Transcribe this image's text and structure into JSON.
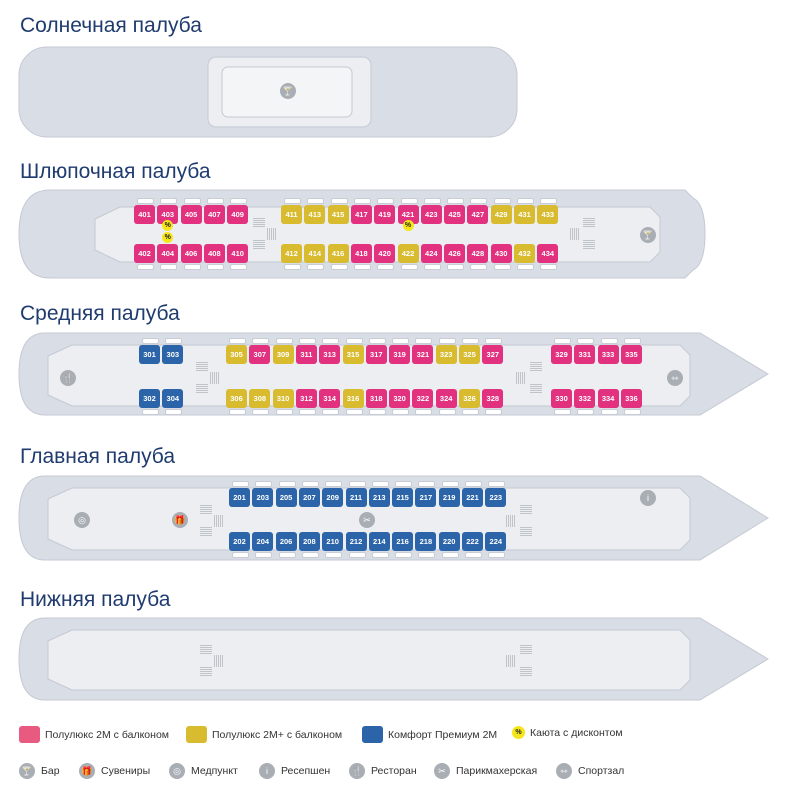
{
  "colors": {
    "pink": "#e2317f",
    "yellow": "#d8bb2f",
    "blue": "#2b64a9"
  },
  "decks": [
    {
      "title": "Солнечная палуба"
    },
    {
      "title": "Шлюпочная палуба",
      "top": [
        [
          "401",
          "p"
        ],
        [
          "403",
          "p"
        ],
        [
          "405",
          "p"
        ],
        [
          "407",
          "p"
        ],
        [
          "409",
          "p"
        ],
        [
          "411",
          "y"
        ],
        [
          "413",
          "y"
        ],
        [
          "415",
          "y"
        ],
        [
          "417",
          "p"
        ],
        [
          "419",
          "p"
        ],
        [
          "421",
          "p"
        ],
        [
          "423",
          "p"
        ],
        [
          "425",
          "p"
        ],
        [
          "427",
          "p"
        ],
        [
          "429",
          "y"
        ],
        [
          "431",
          "y"
        ],
        [
          "433",
          "y"
        ]
      ],
      "bottom": [
        [
          "402",
          "p"
        ],
        [
          "404",
          "p"
        ],
        [
          "406",
          "p"
        ],
        [
          "408",
          "p"
        ],
        [
          "410",
          "p"
        ],
        [
          "412",
          "y"
        ],
        [
          "414",
          "y"
        ],
        [
          "416",
          "y"
        ],
        [
          "418",
          "p"
        ],
        [
          "420",
          "p"
        ],
        [
          "422",
          "y"
        ],
        [
          "424",
          "p"
        ],
        [
          "426",
          "p"
        ],
        [
          "428",
          "p"
        ],
        [
          "430",
          "p"
        ],
        [
          "432",
          "y"
        ],
        [
          "434",
          "p"
        ]
      ],
      "discount": [
        "403",
        "404",
        "421"
      ]
    },
    {
      "title": "Средняя палуба",
      "top": [
        [
          "301",
          "b"
        ],
        [
          "303",
          "b"
        ],
        [
          "305",
          "y"
        ],
        [
          "307",
          "p"
        ],
        [
          "309",
          "y"
        ],
        [
          "311",
          "p"
        ],
        [
          "313",
          "p"
        ],
        [
          "315",
          "y"
        ],
        [
          "317",
          "p"
        ],
        [
          "319",
          "p"
        ],
        [
          "321",
          "p"
        ],
        [
          "323",
          "y"
        ],
        [
          "325",
          "y"
        ],
        [
          "327",
          "p"
        ],
        [
          "329",
          "p"
        ],
        [
          "331",
          "p"
        ],
        [
          "333",
          "p"
        ],
        [
          "335",
          "p"
        ]
      ],
      "bottom": [
        [
          "302",
          "b"
        ],
        [
          "304",
          "b"
        ],
        [
          "306",
          "y"
        ],
        [
          "308",
          "y"
        ],
        [
          "310",
          "y"
        ],
        [
          "312",
          "p"
        ],
        [
          "314",
          "p"
        ],
        [
          "316",
          "y"
        ],
        [
          "318",
          "p"
        ],
        [
          "320",
          "p"
        ],
        [
          "322",
          "p"
        ],
        [
          "324",
          "p"
        ],
        [
          "326",
          "y"
        ],
        [
          "328",
          "p"
        ],
        [
          "330",
          "p"
        ],
        [
          "332",
          "p"
        ],
        [
          "334",
          "p"
        ],
        [
          "336",
          "p"
        ]
      ],
      "discount": []
    },
    {
      "title": "Главная палуба",
      "top": [
        [
          "201",
          "b"
        ],
        [
          "203",
          "b"
        ],
        [
          "205",
          "b"
        ],
        [
          "207",
          "b"
        ],
        [
          "209",
          "b"
        ],
        [
          "211",
          "b"
        ],
        [
          "213",
          "b"
        ],
        [
          "215",
          "b"
        ],
        [
          "217",
          "b"
        ],
        [
          "219",
          "b"
        ],
        [
          "221",
          "b"
        ],
        [
          "223",
          "b"
        ]
      ],
      "bottom": [
        [
          "202",
          "b"
        ],
        [
          "204",
          "b"
        ],
        [
          "206",
          "b"
        ],
        [
          "208",
          "b"
        ],
        [
          "210",
          "b"
        ],
        [
          "212",
          "b"
        ],
        [
          "214",
          "b"
        ],
        [
          "216",
          "b"
        ],
        [
          "218",
          "b"
        ],
        [
          "220",
          "b"
        ],
        [
          "222",
          "b"
        ],
        [
          "224",
          "b"
        ]
      ],
      "discount": []
    },
    {
      "title": "Нижняя палуба"
    }
  ],
  "discount_symbol": "%",
  "legend": {
    "cabins": [
      {
        "label": "Полулюкс 2М с балконом",
        "color": "#e85a7f"
      },
      {
        "label": "Полулюкс 2М+ с балконом",
        "color": "#d8bb2f"
      },
      {
        "label": "Комфорт Премиум 2М",
        "color": "#2b64a9"
      },
      {
        "label": "Каюта с дисконтом"
      }
    ],
    "facilities": [
      {
        "label": "Бар",
        "icon": "🍸"
      },
      {
        "label": "Сувениры",
        "icon": "🎁"
      },
      {
        "label": "Медпункт",
        "icon": "◎"
      },
      {
        "label": "Ресепшен",
        "icon": "i"
      },
      {
        "label": "Ресторан",
        "icon": "🍴"
      },
      {
        "label": "Парикмахерская",
        "icon": "✂"
      },
      {
        "label": "Спортзал",
        "icon": "⇿"
      }
    ]
  }
}
